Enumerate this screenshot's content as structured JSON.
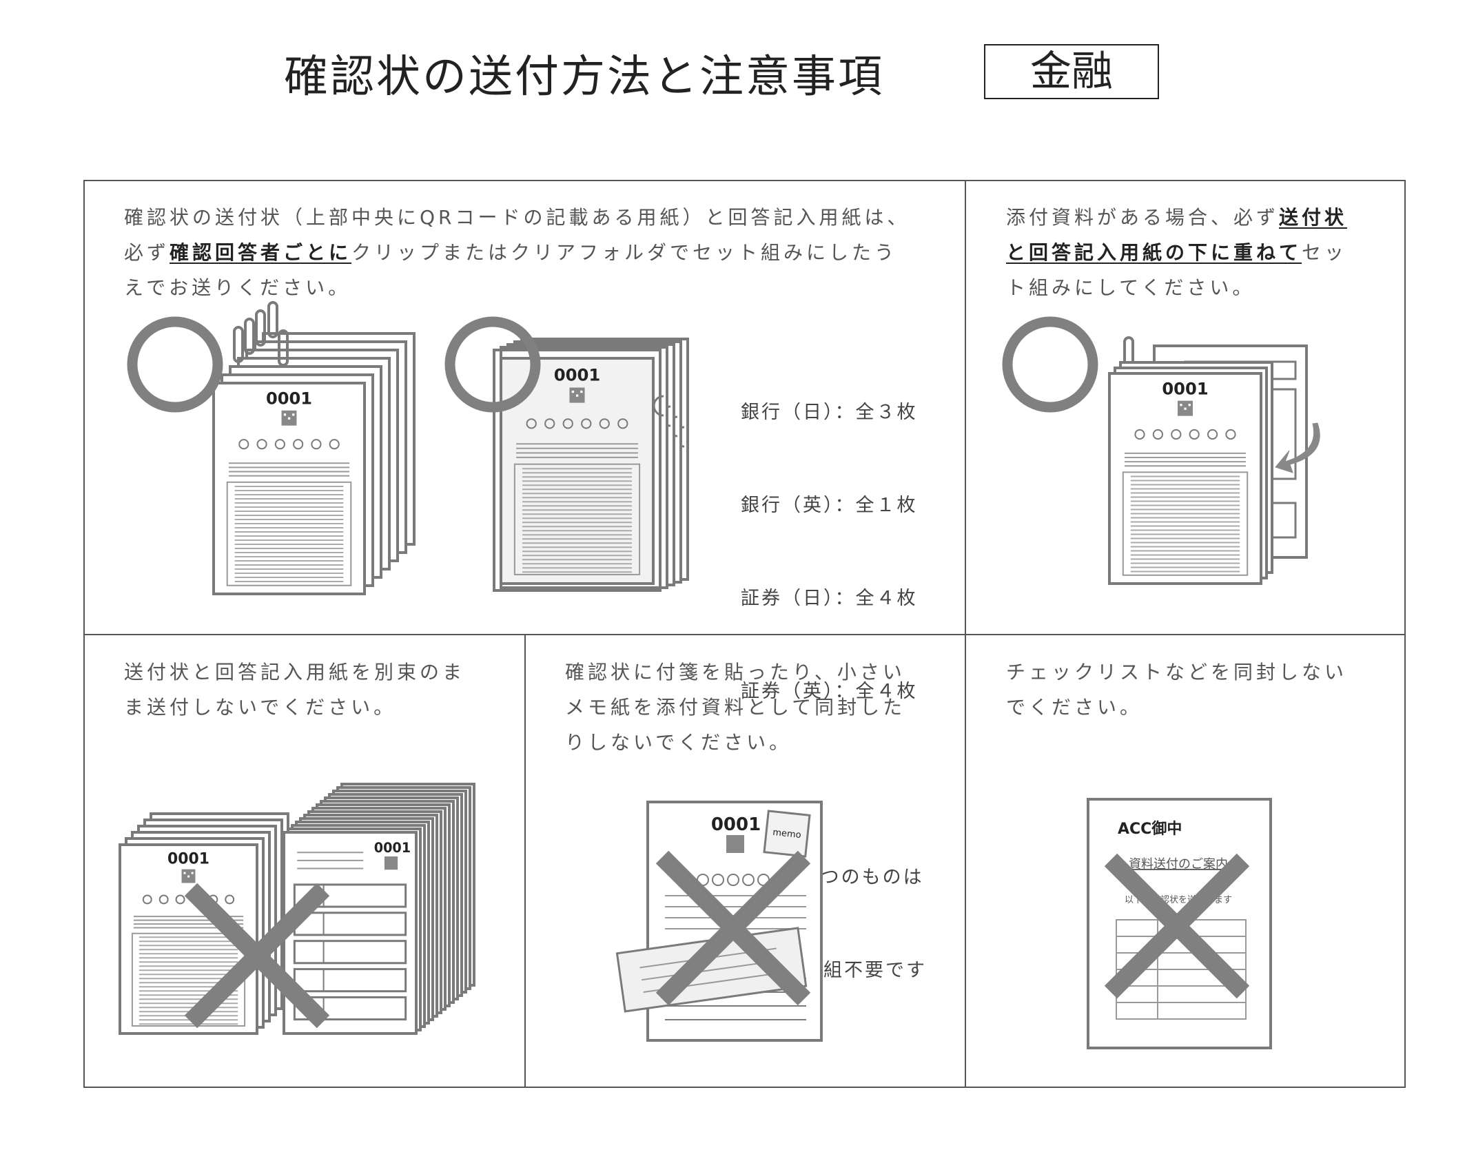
{
  "header": {
    "title": "確認状の送付方法と注意事項",
    "tag": "金融"
  },
  "cells": [
    {
      "lines": [
        [
          {
            "t": "確認状の送付状（上部中央にQRコードの記載ある用紙）と回答記入用紙は、"
          }
        ],
        [
          {
            "t": "必ず"
          },
          {
            "t": "確認回答者ごとに",
            "b": true
          },
          {
            "t": "クリップまたはクリアフォルダでセット組みにしたう"
          }
        ],
        [
          {
            "t": "えでお送りください。"
          }
        ]
      ]
    },
    {
      "lines": [
        [
          {
            "t": "添付資料がある場合、必ず"
          },
          {
            "t": "送付状",
            "b": true
          }
        ],
        [
          {
            "t": "と回答記入用紙の下に重ねて",
            "b": true
          },
          {
            "t": "セッ"
          }
        ],
        [
          {
            "t": "ト組みにしてください。"
          }
        ]
      ]
    },
    {
      "lines": [
        [
          {
            "t": "送付状と回答記入用紙を別束のま"
          }
        ],
        [
          {
            "t": "ま送付しないでください。"
          }
        ]
      ]
    },
    {
      "lines": [
        [
          {
            "t": "確認状に付箋を貼ったり、小さい"
          }
        ],
        [
          {
            "t": "メモ紙を添付資料として同封した"
          }
        ],
        [
          {
            "t": "りしないでください。"
          }
        ]
      ]
    },
    {
      "lines": [
        [
          {
            "t": "チェックリストなどを同封しない"
          }
        ],
        [
          {
            "t": "でください。"
          }
        ]
      ]
    }
  ],
  "sheet_counts": [
    "銀行（日）：全３枚",
    "銀行（英）：全１枚",
    "証券（日）：全４枚",
    "証券（英）：全４枚",
    "",
    "※１枚ずつのものは",
    "　セット組不要です"
  ],
  "illustration_labels": {
    "doc_number": "0001",
    "memo": "memo",
    "addressee": "ACC御中",
    "heading": "資料送付のご案内",
    "body": "以下の確認状を送付します"
  },
  "colors": {
    "ink": "#444444",
    "mark": "#808080",
    "border": "#555555"
  }
}
